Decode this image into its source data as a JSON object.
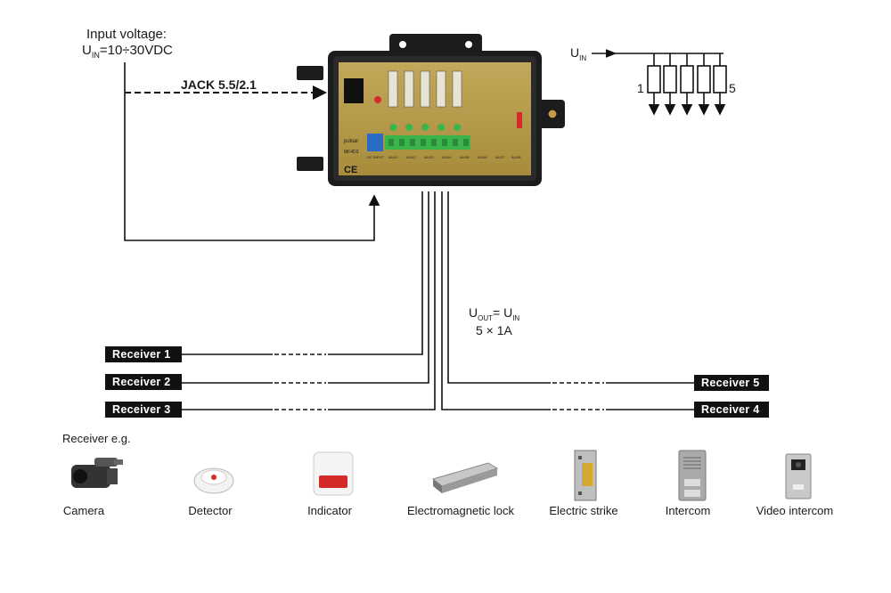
{
  "input": {
    "title": "Input voltage:",
    "voltage_prefix": "U",
    "voltage_sub": "IN",
    "voltage_value": "=10÷30VDC"
  },
  "jack_label": "JACK 5.5/2.1",
  "schematic": {
    "u_prefix": "U",
    "u_sub": "IN",
    "first_index": "1",
    "last_index": "5"
  },
  "output": {
    "u_out_prefix": "U",
    "u_out_sub": "OUT",
    "equals": "= U",
    "u_in_sub": "IN",
    "rating": "5 × 1A"
  },
  "receivers": [
    {
      "label": "Receiver 1"
    },
    {
      "label": "Receiver 2"
    },
    {
      "label": "Receiver 3"
    },
    {
      "label": "Receiver 5"
    },
    {
      "label": "Receiver 4"
    }
  ],
  "examples_title": "Receiver e.g.",
  "devices": [
    {
      "name": "Camera",
      "icon": "camera-icon"
    },
    {
      "name": "Detector",
      "icon": "smoke-detector-icon"
    },
    {
      "name": "Indicator",
      "icon": "indicator-siren-icon"
    },
    {
      "name": "Electromagnetic lock",
      "icon": "electromagnetic-lock-icon"
    },
    {
      "name": "Electric strike",
      "icon": "electric-strike-icon"
    },
    {
      "name": "Intercom",
      "icon": "intercom-icon"
    },
    {
      "name": "Video intercom",
      "icon": "video-intercom-icon"
    }
  ],
  "board": {
    "brand_text": "pulsar",
    "model_text": "MF4D3",
    "ce_mark": "CE",
    "input_label": "DC INPUT",
    "output_labels": [
      "AUX1",
      "AUX2",
      "AUX3",
      "AUX4",
      "AUX5",
      "AUX6",
      "AUX7",
      "AUX8"
    ]
  },
  "colors": {
    "board": "#b49a4a",
    "enclosure": "#1c1c1c",
    "label_bg": "#111111",
    "indicator_red": "#d42a2a"
  }
}
